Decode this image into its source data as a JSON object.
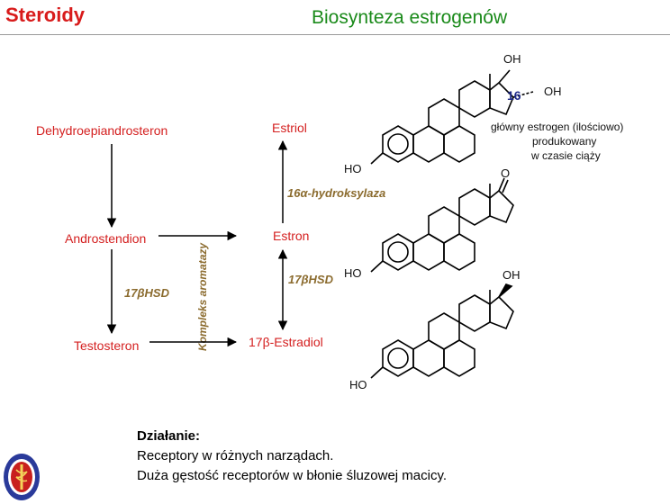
{
  "header": {
    "section": "Steroidy",
    "title": "Biosynteza estrogenów"
  },
  "pathway": {
    "dhea": "Dehydroepiandrosteron",
    "androstendion": "Androstendion",
    "testosteron": "Testosteron",
    "estriol": "Estriol",
    "estron": "Estron",
    "estradiol": "17β-Estradiol",
    "enzyme_17bhsd_left": "17βHSD",
    "enzyme_17bhsd_right": "17βHSD",
    "enzyme_16a": "16α-hydroksylaza",
    "enzyme_aromataza": "Kompleks aromatazy"
  },
  "structures": {
    "estriol": {
      "oh_top": "OH",
      "oh_right": "OH",
      "position_label": "16",
      "ho": "HO"
    },
    "estron": {
      "o": "O",
      "ho": "HO"
    },
    "estradiol": {
      "oh": "OH",
      "ho": "HO"
    }
  },
  "estriol_note": [
    "główny estrogen (ilościowo)",
    "produkowany",
    "w czasie ciąży"
  ],
  "action": {
    "heading": "Działanie:",
    "lines": [
      "Receptory w różnych narządach.",
      "Duża gęstość receptorów w błonie śluzowej macicy."
    ]
  },
  "colors": {
    "section": "#d81b1b",
    "title": "#1a8a1a",
    "node": "#d42020",
    "enzyme": "#8b6b2e"
  }
}
